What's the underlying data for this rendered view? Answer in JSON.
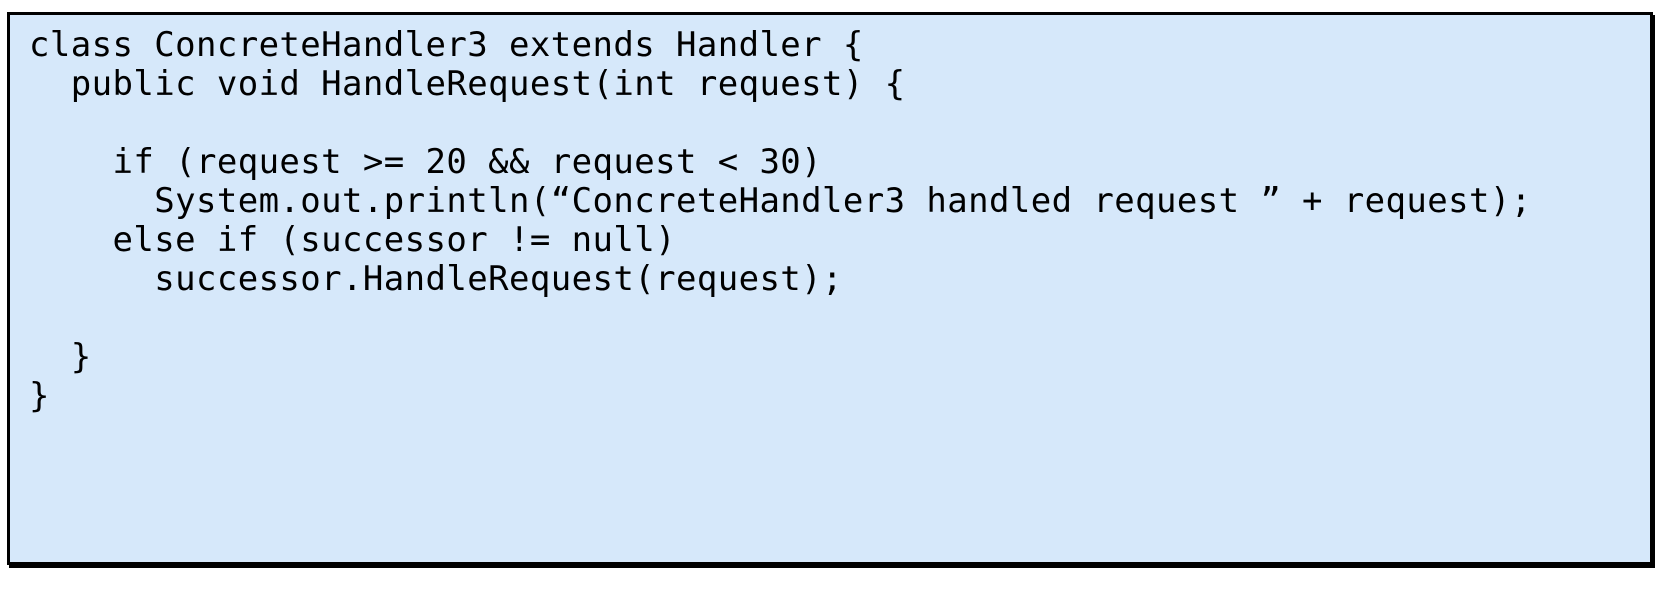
{
  "page": {
    "background_color": "#ffffff"
  },
  "code_box": {
    "background_color": "#d6e8fa",
    "border_color": "#000000",
    "text_color": "#000000",
    "lines": [
      "class ConcreteHandler3 extends Handler {",
      "  public void HandleRequest(int request) {",
      "",
      "    if (request >= 20 && request < 30)",
      "      System.out.println(“ConcreteHandler3 handled request ” + request);",
      "    else if (successor != null)",
      "      successor.HandleRequest(request);",
      "",
      "  }",
      "}"
    ]
  }
}
